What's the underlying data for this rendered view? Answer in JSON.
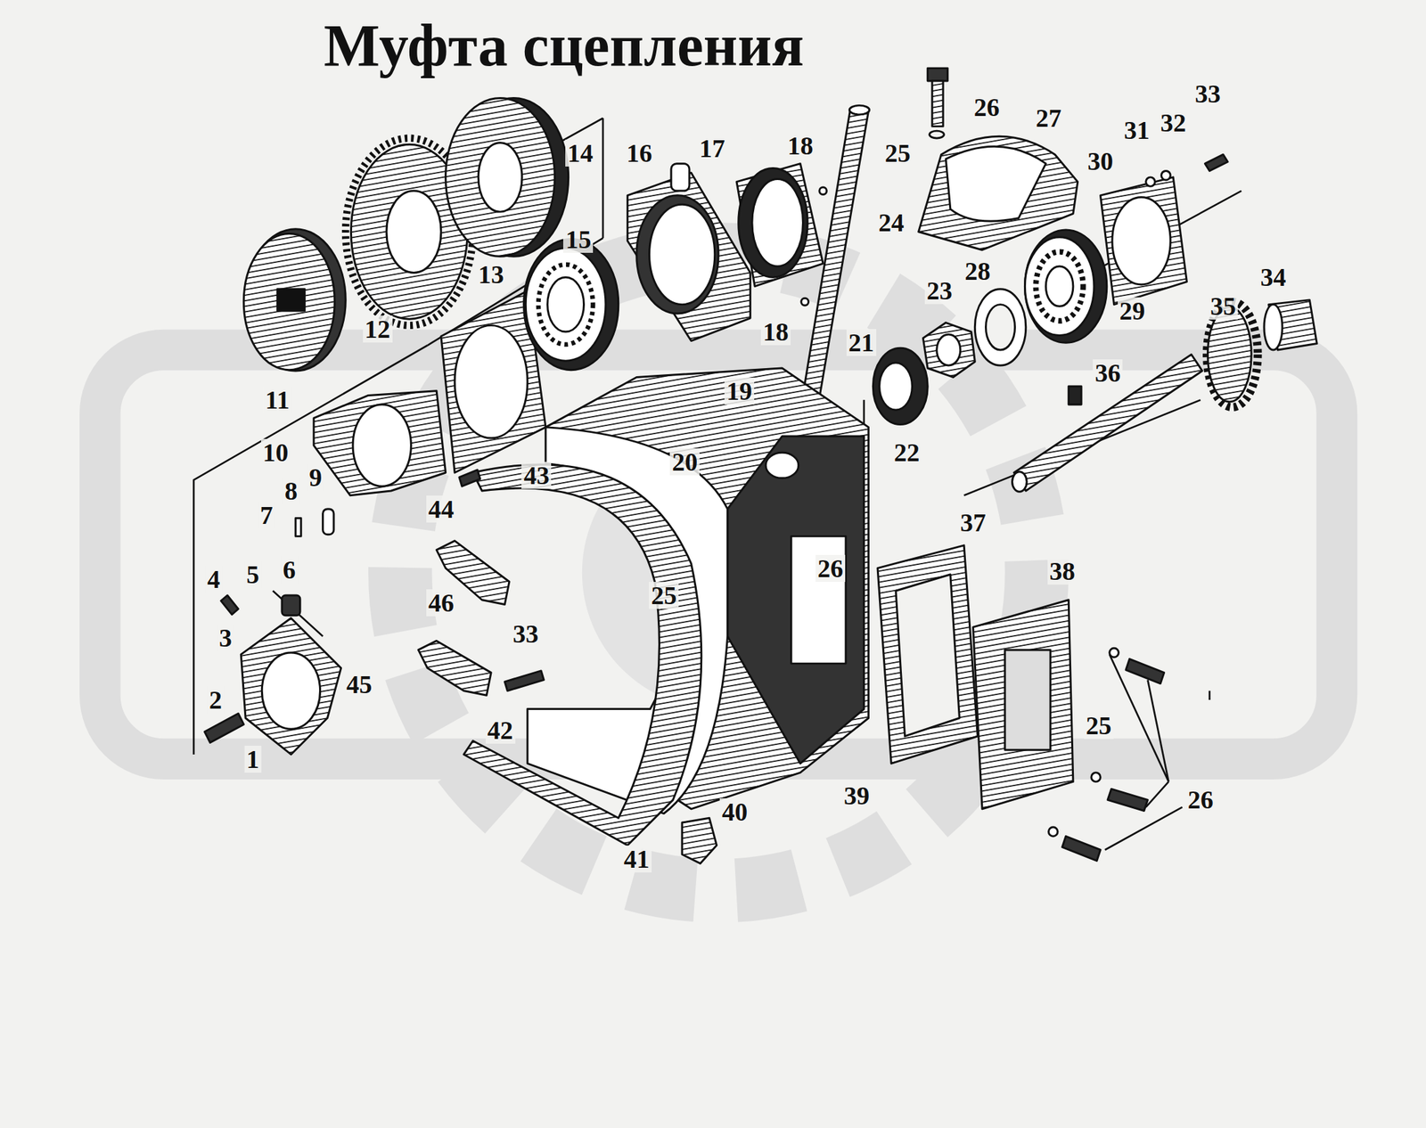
{
  "diagram": {
    "title": "Муфта сцепления",
    "labels": [
      "26",
      "33",
      "27",
      "31",
      "32",
      "14",
      "16",
      "17",
      "18",
      "25",
      "30",
      "24",
      "15",
      "13",
      "34",
      "23",
      "28",
      "35",
      "12",
      "18",
      "29",
      "21",
      "36",
      "19",
      "11",
      "22",
      "10",
      "20",
      "43",
      "9",
      "8",
      "7",
      "44",
      "37",
      "26",
      "38",
      "4",
      "5",
      "6",
      "25",
      "46",
      "3",
      "33",
      "45",
      "2",
      "42",
      "25",
      "1",
      "39",
      "26",
      "40",
      "41"
    ]
  }
}
